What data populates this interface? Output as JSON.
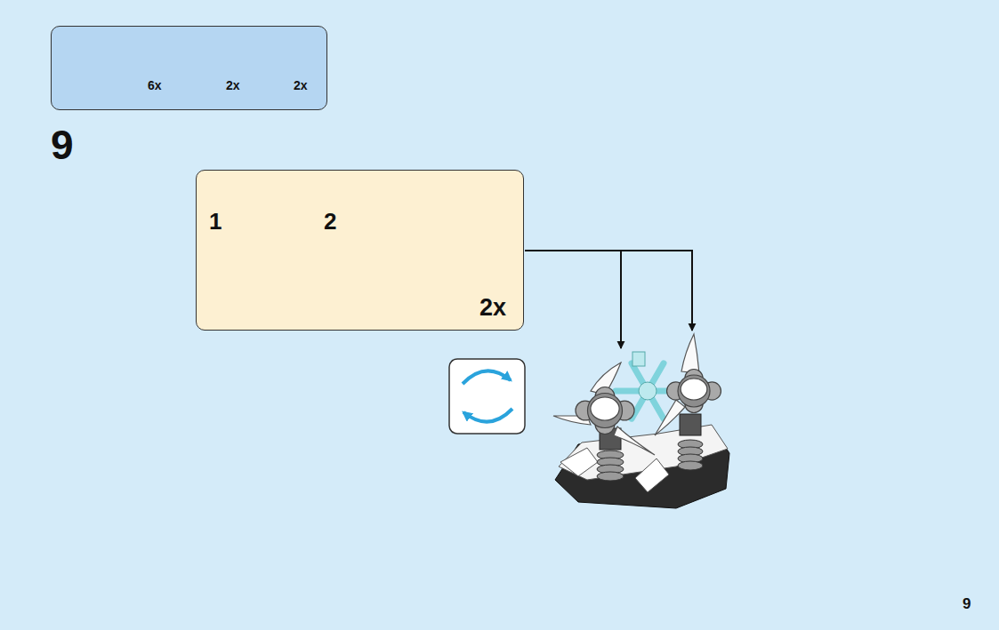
{
  "diagram": {
    "nodes": [
      {
        "text": [
          "6x",
          "2x",
          "2x"
        ]
      },
      {
        "text": [
          "1",
          "2",
          "2x"
        ]
      }
    ],
    "edges": [],
    "labels": [
      "9",
      "9"
    ]
  }
}
